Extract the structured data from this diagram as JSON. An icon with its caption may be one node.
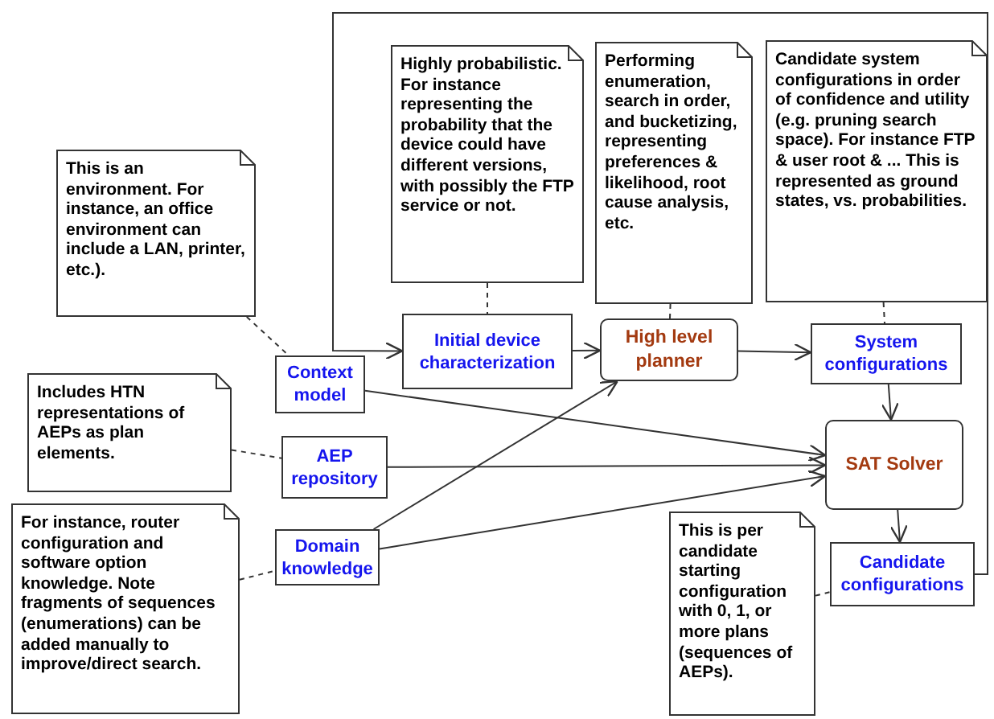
{
  "diagram": {
    "nodes": [
      {
        "text": [
          "This is an environment. For instance, an office environment can include a LAN, printer, etc.)."
        ]
      },
      {
        "text": [
          "Highly probabilistic. For instance representing the probability that the device could have different versions, with possibly the FTP service or not."
        ]
      },
      {
        "text": [
          "Performing enumeration, search in order, and bucketizing, representing preferences & likelihood, root cause analysis, etc."
        ]
      },
      {
        "text": [
          "Candidate system configurations in order of confidence and utility (e.g. pruning search space). For instance FTP & user root & ... This is represented as ground states, vs. probabilities."
        ]
      },
      {
        "text": [
          "Initial device characterization"
        ]
      },
      {
        "text": [
          "High level planner"
        ]
      },
      {
        "text": [
          "System configurations"
        ]
      },
      {
        "text": [
          "Context model"
        ]
      },
      {
        "text": [
          "Includes HTN representations of AEPs as plan elements."
        ]
      },
      {
        "text": [
          "AEP repository"
        ]
      },
      {
        "text": [
          "SAT Solver"
        ]
      },
      {
        "text": [
          "For instance, router configuration and software option knowledge. Note fragments of sequences (enumerations) can be added manually to improve/direct search."
        ]
      },
      {
        "text": [
          "Domain knowledge"
        ]
      },
      {
        "text": [
          "This is per candidate starting configuration with 0, 1, or more plans (sequences of AEPs)."
        ]
      },
      {
        "text": [
          "Candidate configurations"
        ]
      }
    ],
    "edges": [
      {
        "from": 14,
        "to": 4,
        "arrow": "to"
      },
      {
        "from": 4,
        "to": 5,
        "arrow": "to"
      },
      {
        "from": 5,
        "to": 6,
        "arrow": "to"
      },
      {
        "from": 6,
        "to": 10,
        "arrow": "to"
      },
      {
        "from": 7,
        "to": 10,
        "arrow": "to"
      },
      {
        "from": 9,
        "to": 10,
        "arrow": "to"
      },
      {
        "from": 12,
        "to": 10,
        "arrow": "to"
      },
      {
        "from": 12,
        "to": 5,
        "arrow": "to"
      },
      {
        "from": 10,
        "to": 14,
        "arrow": "to"
      },
      {
        "from": 0,
        "to": 7,
        "arrow": "none",
        "style": "dashed"
      },
      {
        "from": 1,
        "to": 4,
        "arrow": "none",
        "style": "dashed"
      },
      {
        "from": 2,
        "to": 5,
        "arrow": "none",
        "style": "dashed"
      },
      {
        "from": 3,
        "to": 6,
        "arrow": "none",
        "style": "dashed"
      },
      {
        "from": 8,
        "to": 9,
        "arrow": "none",
        "style": "dashed"
      },
      {
        "from": 11,
        "to": 12,
        "arrow": "none",
        "style": "dashed"
      },
      {
        "from": 13,
        "to": 14,
        "arrow": "none",
        "style": "dashed"
      }
    ]
  }
}
